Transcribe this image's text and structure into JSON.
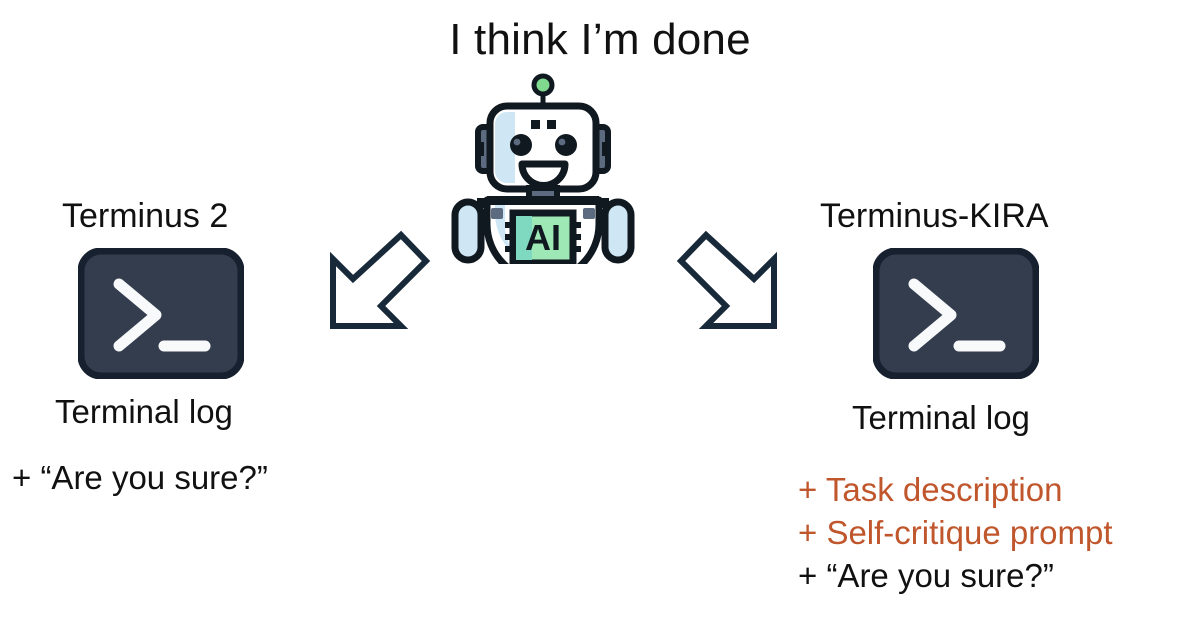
{
  "title": "I think I’m done",
  "robot": {
    "chip_label": "AI",
    "colors": {
      "outline": "#101820",
      "face": "#ffffff",
      "face_shade": "#cfe7f5",
      "ear": "#5c6b80",
      "chip": "#9ee8b5",
      "chip_shade": "#7fd9c0",
      "antenna_tip": "#7fd98e"
    }
  },
  "arrows": {
    "left": "arrow-down-left",
    "right": "arrow-down-right",
    "color": "#18293a"
  },
  "terminal_icon": {
    "body_color": "#343d4e",
    "border_color": "#16202e",
    "glyph_color": "#f7f9fb",
    "prompt": ">",
    "cursor": "_"
  },
  "columns": [
    {
      "id": "left",
      "title": "Terminus 2",
      "icon": "terminal-icon",
      "caption": "Terminal log",
      "bullets": [
        {
          "text": "+ “Are you sure?”",
          "accent": false
        }
      ]
    },
    {
      "id": "right",
      "title": "Terminus-KIRA",
      "icon": "terminal-icon",
      "caption": "Terminal log",
      "bullets": [
        {
          "text": "+ Task description",
          "accent": true
        },
        {
          "text": "+ Self-critique prompt",
          "accent": true
        },
        {
          "text": "+ “Are you sure?”",
          "accent": false
        }
      ]
    }
  ],
  "accent_color": "#c0562c",
  "background_color": "#ffffff"
}
